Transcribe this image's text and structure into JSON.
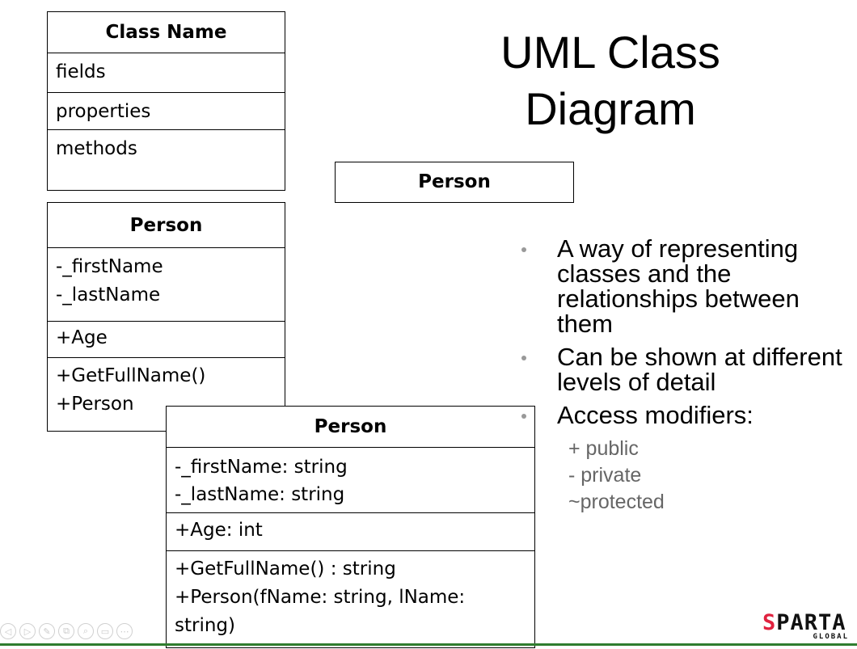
{
  "slide": {
    "title": "UML Class Diagram",
    "bullets": [
      "A way of representing classes and the relationships between them",
      "Can be shown at different levels of detail",
      "Access modifiers:"
    ],
    "modifiers": [
      "+ public",
      "- private",
      "~protected"
    ]
  },
  "template_box": {
    "header": "Class Name",
    "fields": "fields",
    "properties": "properties",
    "methods": "methods"
  },
  "simple_box": {
    "header": "Person"
  },
  "member_box": {
    "header": "Person",
    "fields": [
      "-_firstName",
      "-_lastName"
    ],
    "properties": [
      "+Age"
    ],
    "methods": [
      "+GetFullName()",
      "+Person"
    ]
  },
  "typed_box": {
    "header": "Person",
    "fields": [
      "-_firstName: string",
      "-_lastName: string"
    ],
    "properties": [
      "+Age: int"
    ],
    "methods": [
      "+GetFullName() : string",
      "+Person(fName: string, lName:",
      "string)"
    ]
  },
  "logo": {
    "word": "SPARTA",
    "tagline": "GLOBAL",
    "accent_color": "#e0223f"
  },
  "toolbar_icons": [
    "prev-icon",
    "next-icon",
    "pen-icon",
    "copy-icon",
    "zoom-icon",
    "subtitles-icon",
    "more-icon"
  ],
  "colors": {
    "bottom_border": "#2f7d2f"
  }
}
